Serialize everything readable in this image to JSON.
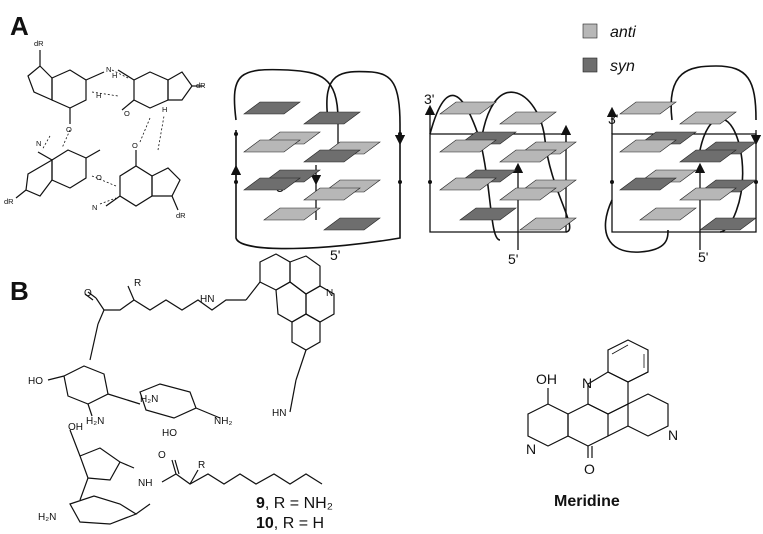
{
  "panel_labels": {
    "a": "A",
    "b": "B"
  },
  "legend": {
    "anti": {
      "label": "anti",
      "color": "#b7b7b7"
    },
    "syn": {
      "label": "syn",
      "color": "#6e6e6e"
    }
  },
  "quadruplex": {
    "labels": [
      "5'",
      "5'",
      "5'"
    ],
    "three_prime": [
      "3'",
      "3'",
      "3'"
    ]
  },
  "tetrad": {
    "dR": "dR",
    "N": "N",
    "NH": "N",
    "H": "H",
    "O": "O"
  },
  "macrocycle": {
    "R": "R",
    "HN": "HN",
    "N": "N",
    "HO": "HO",
    "H2N": "H₂N",
    "NH2": "NH₂",
    "OH": "OH",
    "O": "O",
    "NH": "NH",
    "HO2": "HO",
    "O2": "O",
    "H2N2": "H₂N"
  },
  "compound_9": {
    "number": "9",
    "text": ", R = NH₂"
  },
  "compound_10": {
    "number": "10",
    "text": ", R = H"
  },
  "meridine": {
    "name": "Meridine",
    "OH": "OH",
    "N1": "N",
    "N2": "N",
    "N3": "N",
    "O": "O"
  }
}
